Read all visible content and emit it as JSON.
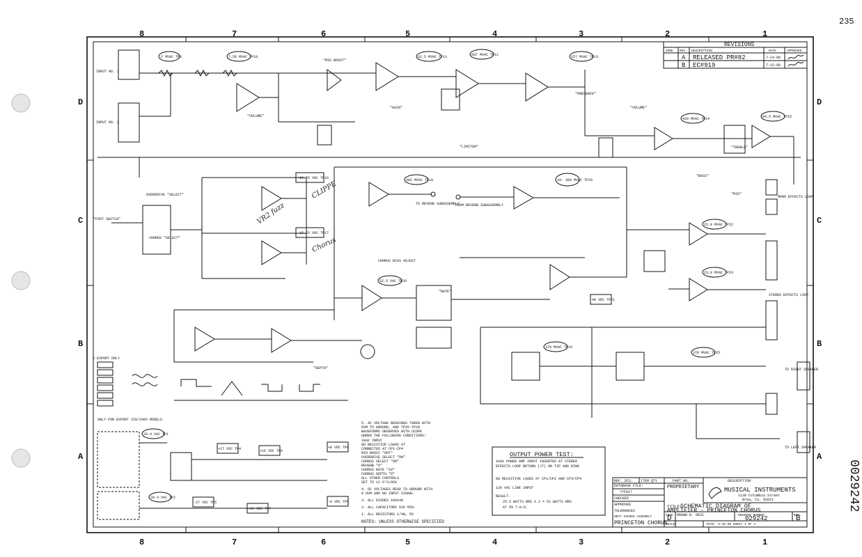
{
  "page_number": "235",
  "zone_columns": [
    "8",
    "7",
    "6",
    "5",
    "4",
    "3",
    "2",
    "1"
  ],
  "zone_rows": [
    "D",
    "C",
    "B",
    "A"
  ],
  "revisions": {
    "title": "REVISIONS",
    "headers": [
      "ZONE",
      "REV.",
      "DESCRIPTION",
      "DATE",
      "APPROVED"
    ],
    "rows": [
      {
        "rev": "A",
        "description": "RELEASED   PR#82",
        "date": "7-14-88"
      },
      {
        "rev": "B",
        "description": "EC#919",
        "date": "7-22-88"
      }
    ]
  },
  "title_block": {
    "company": "MUSICAL INSTRUMENTS",
    "address1": "1130 Columbia Street",
    "address2": "Brea, Ca. 92621",
    "title_label": "TITLE:",
    "title_line1": "SCHEMATIC DIAGRAM OF",
    "title_line2": "AMPLIFIER - PRINCETON CHORUS",
    "proprietary": "PROPRIETARY",
    "part_no_label": "PART NO.",
    "description_label": "DESCRIPTION",
    "ref_dcs": "REF. DCS.",
    "item_qty": "ITEM QTY",
    "database_file": "DATABASE FILE:",
    "database_value": "??F01?",
    "checked": "CHECKED",
    "approved": "APPROVED",
    "tolerances": "TOLERANCES",
    "size_label": "SIZE",
    "size": "D",
    "drawn_by": "DRAWN B. DESI",
    "drawing_number_label": "DRAWING NUMBER",
    "drawing_number": "029242",
    "rev_label": "REV.",
    "rev": "B",
    "next_assy": "PRINCETON CHORUS",
    "next_assy_label": "NEXT HIGHER ASSEMBLY",
    "scale_label": "SCALE:",
    "sheet": "DATE: 5-25-88  SHEET  1  OF  1"
  },
  "side_stamp": "0029242",
  "output_power_test": {
    "title": "OUTPUT POWER TEST:",
    "lines": [
      "1kHz POWER AMP INPUT INSERTED AT STEREO",
      "EFFECTS LOOP RETURN (J7) ON TIP AND RING",
      "8Ω RESISTIVE LOADS AT CP1/CP2 AND CP3/CP4",
      "120 VAC LINE INPUT",
      "RESULT-",
      "25.5 WATTS RMS X 2 = 51 WATTS RMS",
      "AT 5% T.H.D."
    ]
  },
  "notes": {
    "label": "NOTES: UNLESS OTHERWISE SPECIFIED",
    "items": [
      "5.  AC VOLTAGE READINGS TAKEN WITH",
      "    OVM TO GROUND, AND TP26-TP29",
      "    WAVEFORMS OBSERVED WITH SCOPE",
      "    UNDER THE FOLLOWING CONDITIONS:",
      "    1kHz INPUT",
      "    8Ω RESISTIVE LOADS AT",
      "       CONNECTED AT CP1-CP4",
      "    MID BOOST \"OFF\"",
      "    OVERDRIVE SELECT \"ON\"",
      "    CHORUS SELECT \"ON\"",
      "    REVERB \"0\"",
      "    CHORUS RATE \"10\"",
      "    CHORUS DEPTH \"0\"",
      "    ALL OTHER CONTROLS",
      "       SET TO 12 O'CLOCK",
      "4.  DC VOLTAGES READ TO GROUND WITH",
      "    8 OVM AND NO INPUT SIGNAL",
      "3.  ALL DIODES 1N4148",
      "2.  ALL CAPACITORS 63V MIN.",
      "1.  ALL RESISTORS 1/4W, 5%"
    ]
  },
  "test_points": [
    "2 MVAC TP3",
    "7.56 MVAC TP10",
    "62.5 MVAC TP11",
    "687 MVAC TP12",
    "157 MVAC TP13",
    "420 MVAC TP14",
    "84.5 MVAC TP15",
    "+15.75 VDC TP16",
    "-15.25 VDC TP17",
    "382 MVAC TP18",
    "18- 380 MVAC TP19",
    "22.8 MVAC TP22",
    "23.8 MVAC TP23",
    "52.5 VAC TP20",
    "48 VDC TP21",
    "378 MVAC TP24",
    "378 MVAC TP25",
    "26.4 VAC TP1",
    "28.4 VAC TP2",
    "+27 VDC TP4",
    "-27 VDC TP5",
    "+16 VDC TP6",
    "-16 VDC TP7",
    "+8 VDC TP8",
    "-8 VDC TP9"
  ],
  "labels": {
    "input1": "INPUT NO. 1",
    "input2": "INPUT NO. 2",
    "foot_switch": "\"FOOT SWITCH\"",
    "overdrive_select": "OVERDRIVE \"SELECT\"",
    "chorus_select": "CHORUS \"SELECT\"",
    "to_reverb": "TO REVERB SUBASSEMBLY",
    "from_reverb": "FROM REVERB SUBASSEMBLY",
    "mono_effects": "MONO EFFECTS LOOP",
    "stereo_effects": "STEREO EFFECTS LOOP",
    "to_right": "TO RIGHT SPEAKER",
    "to_left": "TO LEFT SPEAKER",
    "export_only": "# EXPORT ONLY",
    "export_models": "ONLY FOR EXPORT 220/240V MODELS",
    "mid_boost": "\"MID BOOST\"",
    "gain": "\"GAIN\"",
    "limiter": "\"LIMITER\"",
    "presence": "\"PRESENCE\"",
    "volume": "\"VOLUME\"",
    "treble": "\"TREBLE\"",
    "bass": "\"BASS\"",
    "mid": "\"MID\"",
    "chorus_bias": "CHORUS BIAS ADJUST",
    "rate": "\"RATE\"",
    "depth": "\"DEPTH\""
  },
  "handwritten": [
    "VR2 fuzz",
    "CLIPPE",
    "Chorus"
  ]
}
